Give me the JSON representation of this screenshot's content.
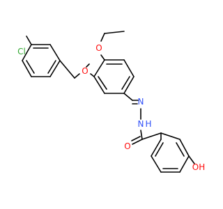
{
  "molecule": {
    "atoms": {
      "cl": {
        "text": "Cl",
        "color": "#33a833"
      },
      "o_benzyl": {
        "text": "O",
        "color": "#ff0d0d"
      },
      "o_ethoxy": {
        "text": "O",
        "color": "#ff0d0d"
      },
      "n_imine": {
        "text": "N",
        "color": "#3050f8"
      },
      "n_amide": {
        "text": "N",
        "color": "#3050f8"
      },
      "h_amide": {
        "text": "H",
        "color": "#3050f8"
      },
      "o_carbonyl": {
        "text": "O",
        "color": "#ff0d0d"
      },
      "oh": {
        "text": "OH",
        "color": "#ff0d0d"
      }
    }
  }
}
